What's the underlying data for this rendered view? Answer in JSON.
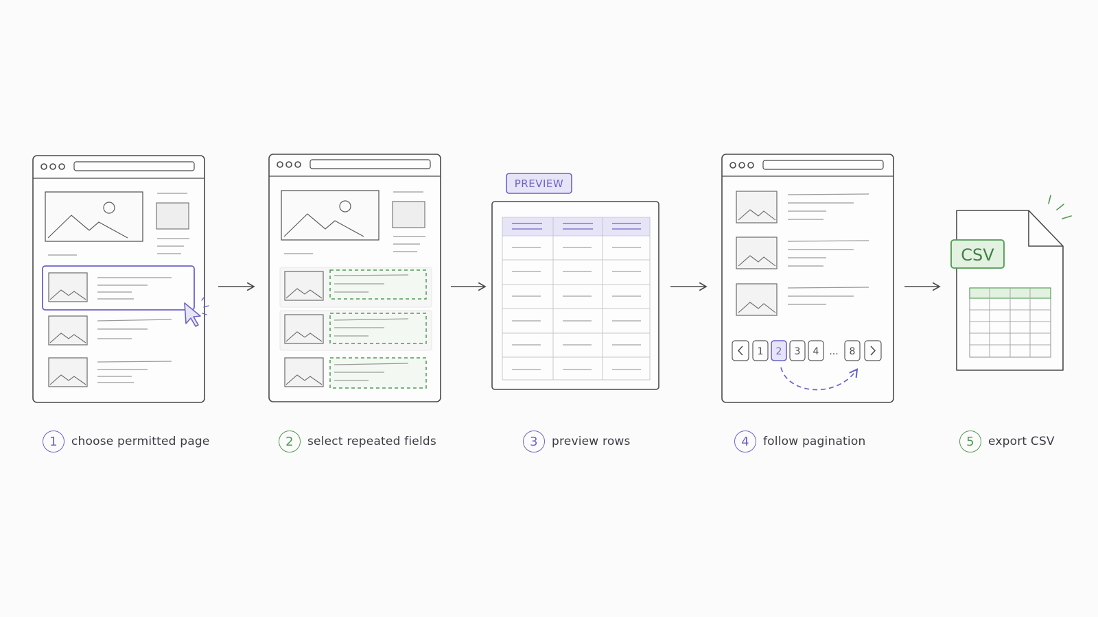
{
  "colors": {
    "ink": "#4a4a4a",
    "light_ink": "#9a9a9a",
    "purple": "#6b63c8",
    "purple_fill": "#e6e4f7",
    "green": "#4e9a52",
    "green_fill": "#e3f1e1"
  },
  "steps": [
    {
      "number": "1",
      "label": "choose permitted page",
      "color": "purple"
    },
    {
      "number": "2",
      "label": "select repeated fields",
      "color": "green"
    },
    {
      "number": "3",
      "label": "preview rows",
      "color": "purple"
    },
    {
      "number": "4",
      "label": "follow pagination",
      "color": "purple"
    },
    {
      "number": "5",
      "label": "export CSV",
      "color": "green"
    }
  ],
  "preview_tag": "PREVIEW",
  "csv_tag": "CSV",
  "pagination": {
    "prev_icon": "chevron-left-icon",
    "pages": [
      "1",
      "2",
      "3",
      "4"
    ],
    "current": "2",
    "ellipsis": "...",
    "last": "8",
    "next_icon": "chevron-right-icon"
  },
  "icons": [
    "browser-window-icon",
    "image-placeholder-icon",
    "mouse-cursor-icon",
    "arrow-right-icon",
    "file-icon",
    "spreadsheet-icon",
    "curved-arrow-icon"
  ]
}
